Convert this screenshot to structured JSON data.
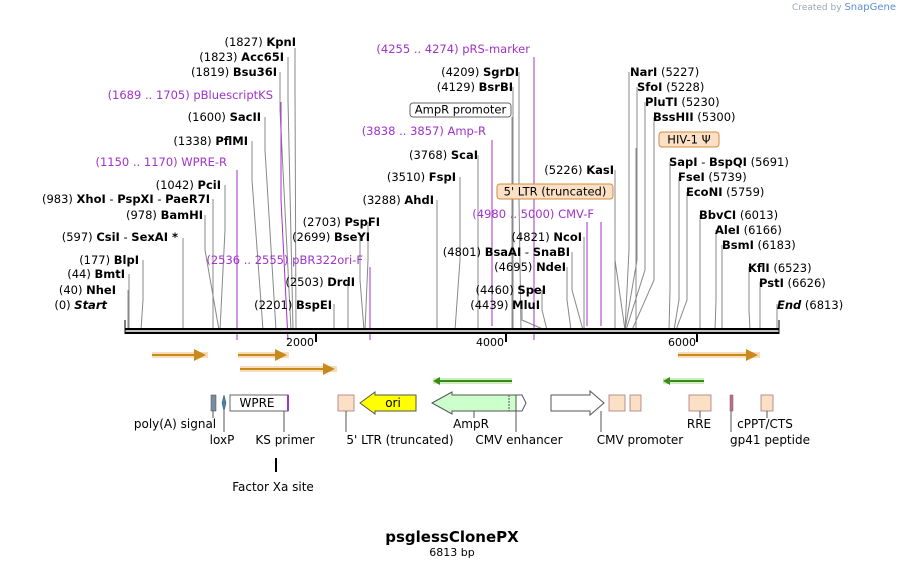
{
  "credit": {
    "prefix": "Created by",
    "brand": "SnapGene"
  },
  "plasmid": {
    "name": "psglessClonePX",
    "length_label": "6813 bp"
  },
  "sites": [
    {
      "pos": "(1827)",
      "name": "KpnI"
    },
    {
      "pos": "(1823)",
      "name": "Acc65I"
    },
    {
      "pos": "(1819)",
      "name": "Bsu36I"
    },
    {
      "pos": "(1600)",
      "name": "SacII"
    },
    {
      "pos": "(1338)",
      "name": "PflMI"
    },
    {
      "pos": "(1042)",
      "name": "PciI"
    },
    {
      "pos": "(983)",
      "name": "XhoI",
      "extra": [
        "PspXI",
        "PaeR7I"
      ]
    },
    {
      "pos": "(978)",
      "name": "BamHI"
    },
    {
      "pos": "(597)",
      "name": "CsiI",
      "extra": [
        "SexAI *"
      ]
    },
    {
      "pos": "(177)",
      "name": "BlpI"
    },
    {
      "pos": "(44)",
      "name": "BmtI"
    },
    {
      "pos": "(40)",
      "name": "NheI"
    },
    {
      "pos": "(0)",
      "name": "Start",
      "italic": true
    },
    {
      "pos": "(2703)",
      "name": "PspFI"
    },
    {
      "pos": "(2699)",
      "name": "BseYI"
    },
    {
      "pos": "(2503)",
      "name": "DrdI"
    },
    {
      "pos": "(2201)",
      "name": "BspEI"
    },
    {
      "pos": "(4209)",
      "name": "SgrDI"
    },
    {
      "pos": "(4129)",
      "name": "BsrBI"
    },
    {
      "pos": "(3768)",
      "name": "ScaI"
    },
    {
      "pos": "(3510)",
      "name": "FspI"
    },
    {
      "pos": "(3288)",
      "name": "AhdI"
    },
    {
      "pos": "(4821)",
      "name": "NcoI"
    },
    {
      "pos": "(4801)",
      "name": "BsaAI",
      "extra": [
        "SnaBI"
      ]
    },
    {
      "pos": "(4695)",
      "name": "NdeI"
    },
    {
      "pos": "(4460)",
      "name": "SpeI"
    },
    {
      "pos": "(4439)",
      "name": "MluI"
    },
    {
      "pos": "(5226)",
      "name": "KasI"
    },
    {
      "pos": "(5227)",
      "name": "NarI",
      "after": true
    },
    {
      "pos": "(5228)",
      "name": "SfoI",
      "after": true
    },
    {
      "pos": "(5230)",
      "name": "PluTI",
      "after": true
    },
    {
      "pos": "(5300)",
      "name": "BssHII",
      "after": true
    },
    {
      "pos": "(5691)",
      "name": "SapI",
      "extra": [
        "BspQI"
      ],
      "after": true
    },
    {
      "pos": "(5739)",
      "name": "FseI",
      "after": true
    },
    {
      "pos": "(5759)",
      "name": "EcoNI",
      "after": true
    },
    {
      "pos": "(6013)",
      "name": "BbvCI",
      "after": true
    },
    {
      "pos": "(6166)",
      "name": "AleI",
      "after": true
    },
    {
      "pos": "(6183)",
      "name": "BsmI",
      "after": true
    },
    {
      "pos": "(6523)",
      "name": "KflI",
      "after": true
    },
    {
      "pos": "(6626)",
      "name": "PstI",
      "after": true
    },
    {
      "pos": "(6813)",
      "name": "End",
      "italic": true,
      "after": true
    }
  ],
  "primers": [
    {
      "range": "(4255 .. 4274)",
      "name": "pRS-marker"
    },
    {
      "range": "(1689 .. 1705)",
      "name": "pBluescriptKS"
    },
    {
      "range": "(3838 .. 3857)",
      "name": "Amp-R"
    },
    {
      "range": "(1150 .. 1170)",
      "name": "WPRE-R"
    },
    {
      "range": "(4980 .. 5000)",
      "name": "CMV-F"
    },
    {
      "range": "(2536 .. 2555)",
      "name": "pBR322ori-F"
    }
  ],
  "boxed_labels": [
    {
      "text": "AmpR promoter",
      "style": "white"
    },
    {
      "text": "5' LTR (truncated)",
      "style": "peach"
    },
    {
      "text": "HIV-1 Ψ",
      "style": "peach"
    }
  ],
  "axis_ticks": [
    "2000",
    "4000",
    "6000"
  ],
  "features": [
    {
      "name": "poly(A) signal"
    },
    {
      "name": "loxP"
    },
    {
      "name": "WPRE",
      "inside": "WPRE"
    },
    {
      "name": "KS primer"
    },
    {
      "name": "Factor Xa site"
    },
    {
      "name": "5' LTR (truncated)"
    },
    {
      "name": "ori",
      "inside": "ori"
    },
    {
      "name": "AmpR"
    },
    {
      "name": "CMV enhancer"
    },
    {
      "name": "CMV promoter"
    },
    {
      "name": "RRE"
    },
    {
      "name": "cPPT/CTS"
    },
    {
      "name": "gp41 peptide"
    }
  ],
  "colors": {
    "backbone": "#000000",
    "primer_text": "#a033c9",
    "primer_line": "#a033c9",
    "peach": "#fbe0c6",
    "orf_arrow": "#c98a1d",
    "green_arrow": "#3f8a1c",
    "ori_fill": "#ffff00",
    "ampr_fill": "#ccffcc",
    "site_line": "#888888"
  }
}
